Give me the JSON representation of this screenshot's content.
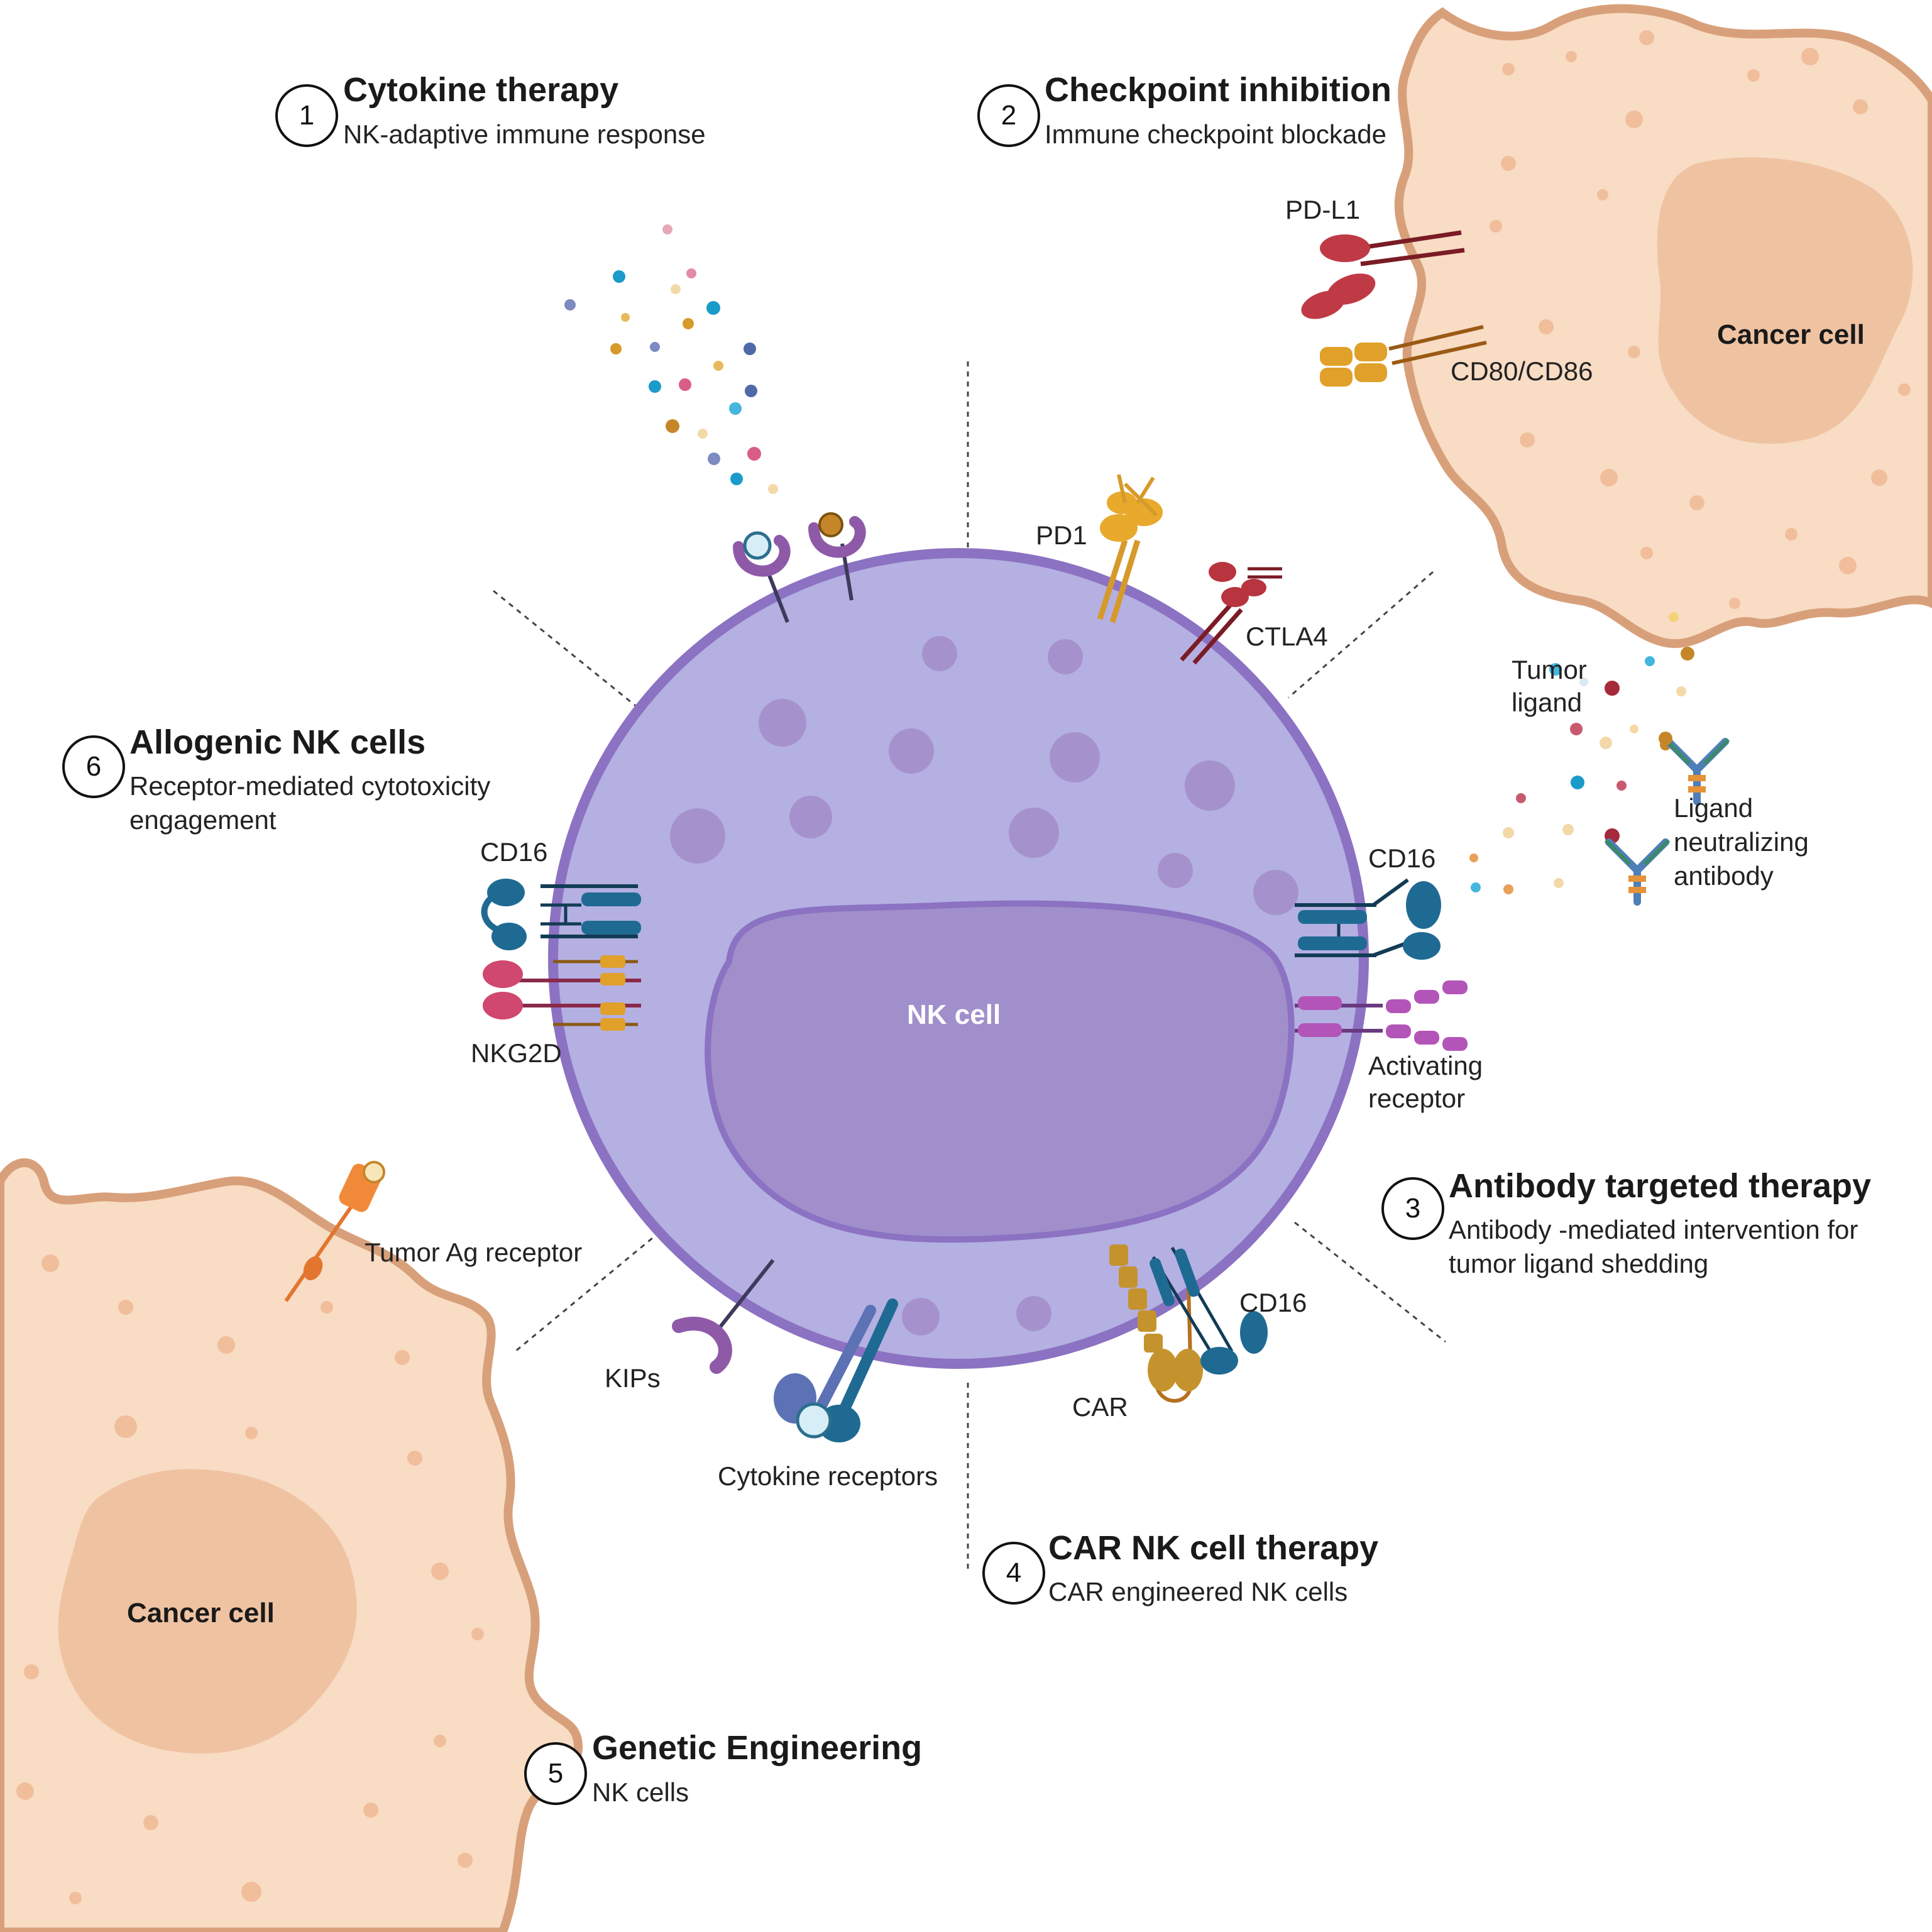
{
  "colors": {
    "cancer_membrane": "#d8a07a",
    "cancer_fill": "#f8dcc4",
    "cancer_nucleus": "#efc3a2",
    "nk_membrane": "#8c72c2",
    "nk_fill": "#b4b0e2",
    "nk_nucleus": "#a18fcb",
    "receptor_blue": "#1f6a93",
    "receptor_pink": "#d0476f",
    "receptor_gold": "#d69a2a",
    "receptor_purple": "#8e5aa8",
    "receptor_dark_red": "#7a1c25"
  },
  "strategies": [
    {
      "number": "1",
      "title": "Cytokine therapy",
      "subtitle": "NK-adaptive immune response"
    },
    {
      "number": "2",
      "title": "Checkpoint inhibition",
      "subtitle": "Immune checkpoint blockade"
    },
    {
      "number": "3",
      "title": "Antibody targeted therapy",
      "subtitle_line1": "Antibody -mediated intervention for",
      "subtitle_line2": "tumor ligand shedding"
    },
    {
      "number": "4",
      "title": "CAR NK cell therapy",
      "subtitle": "CAR engineered NK cells"
    },
    {
      "number": "5",
      "title": "Genetic Engineering",
      "subtitle": "NK cells"
    },
    {
      "number": "6",
      "title": "Allogenic NK cells",
      "subtitle_line1": "Receptor-mediated cytotoxicity",
      "subtitle_line2": "engagement"
    }
  ],
  "cells": {
    "nk_cell": "NK cell",
    "cancer_cell_top": "Cancer cell",
    "cancer_cell_bottom": "Cancer cell"
  },
  "molecules": {
    "pdl1": "PD-L1",
    "cd80_cd86": "CD80/CD86",
    "pd1": "PD1",
    "ctla4": "CTLA4",
    "tumor_ligand_line1": "Tumor",
    "tumor_ligand_line2": "ligand",
    "ligand_ab_line1": "Ligand",
    "ligand_ab_line2": "neutralizing",
    "ligand_ab_line3": "antibody",
    "cd16_left": "CD16",
    "cd16_right": "CD16",
    "cd16_car": "CD16",
    "nkg2d": "NKG2D",
    "activating_line1": "Activating",
    "activating_line2": "receptor",
    "tumor_ag_receptor": "Tumor Ag receptor",
    "kips": "KIPs",
    "cytokine_receptors": "Cytokine receptors",
    "car": "CAR"
  }
}
